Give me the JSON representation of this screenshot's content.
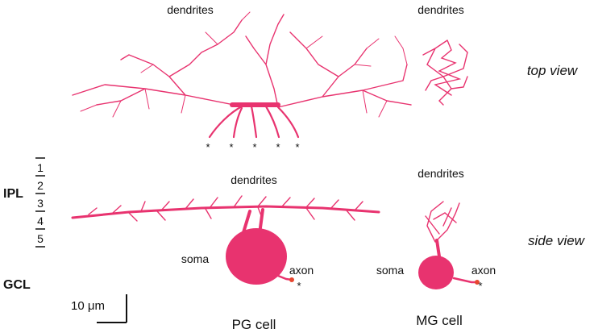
{
  "labels": {
    "dendrites_pg_top": "dendrites",
    "dendrites_mg_top": "dendrites",
    "dendrites_pg_side": "dendrites",
    "dendrites_mg_side": "dendrites",
    "top_view": "top view",
    "side_view": "side view",
    "ipl": "IPL",
    "gcl": "GCL",
    "soma_pg": "soma",
    "soma_mg": "soma",
    "axon_pg": "axon",
    "axon_mg": "axon",
    "pg_cell": "PG cell",
    "mg_cell": "MG cell",
    "scale_bar": "10 μm",
    "layers": [
      "1",
      "2",
      "3",
      "4",
      "5"
    ],
    "asterisk": "*"
  },
  "colors": {
    "neuron": "#e8336f",
    "axon_tip": "#e8462f",
    "text": "#111111"
  }
}
